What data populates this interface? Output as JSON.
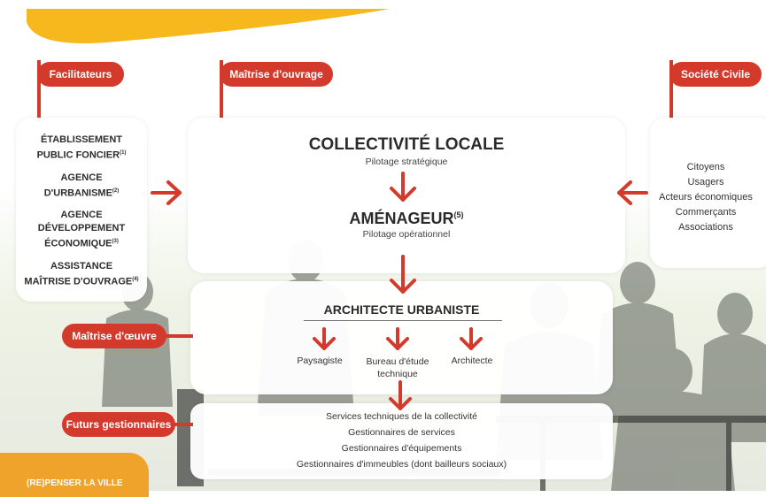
{
  "flags": {
    "facilitateurs": "Facilitateurs",
    "maitrise_ouvrage": "Maîtrise d'ouvrage",
    "societe_civile": "Société Civile",
    "maitrise_oeuvre": "Maîtrise d'œuvre",
    "futurs_gestionnaires": "Futurs gestionnaires"
  },
  "left_box": {
    "items": [
      {
        "line1": "ÉTABLISSEMENT",
        "line2": "PUBLIC FONCIER",
        "note": "(1)"
      },
      {
        "line1": "AGENCE",
        "line2": "D'URBANISME",
        "note": "(2)"
      },
      {
        "line1": "AGENCE",
        "line2": "DÉVELOPPEMENT",
        "line3": "ÉCONOMIQUE",
        "note": "(3)"
      },
      {
        "line1": "ASSISTANCE",
        "line2": "MAÎTRISE D'OUVRAGE",
        "note": "(4)"
      }
    ]
  },
  "center_box": {
    "title": "COLLECTIVITÉ LOCALE",
    "title_sub": "Pilotage stratégique",
    "second": "AMÉNAGEUR",
    "second_note": "(5)",
    "second_sub": "Pilotage opérationnel"
  },
  "right_box": {
    "items": [
      "Citoyens",
      "Usagers",
      "Acteurs économiques",
      "Commerçants",
      "Associations"
    ]
  },
  "architect_box": {
    "title": "ARCHITECTE URBANISTE",
    "items": [
      "Paysagiste",
      "Bureau d'étude technique",
      "Architecte"
    ]
  },
  "bottom_box": {
    "items": [
      "Services techniques de la collectivité",
      "Gestionnaires de services",
      "Gestionnaires d'équipements",
      "Gestionnaires d'immeubles (dont bailleurs sociaux)"
    ]
  },
  "footer_tab": "(RE)PENSER LA VILLE",
  "colors": {
    "accent": "#d33a2c",
    "yellow": "#f6b81c"
  }
}
